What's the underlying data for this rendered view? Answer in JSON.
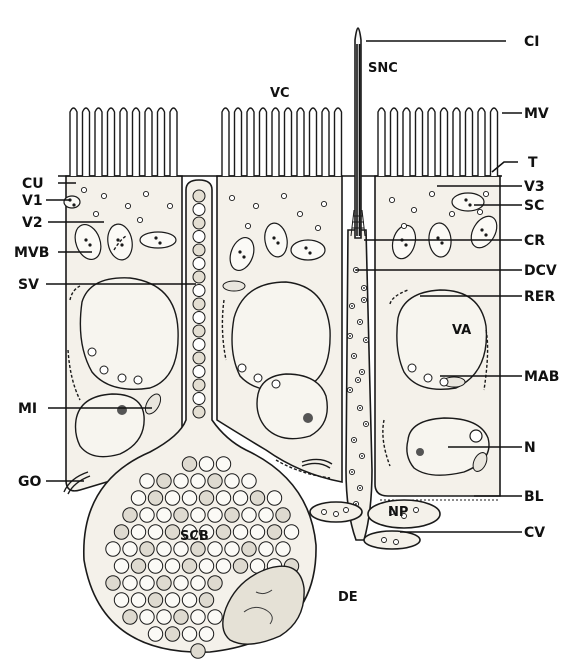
{
  "labels": {
    "CI": "CI",
    "SNC": "SNC",
    "VC": "VC",
    "MV": "MV",
    "T": "T",
    "CU": "CU",
    "V1": "V1",
    "V3": "V3",
    "SC": "SC",
    "V2": "V2",
    "MVB": "MVB",
    "CR": "CR",
    "DCV": "DCV",
    "SV": "SV",
    "RER": "RER",
    "VA": "VA",
    "MAB": "MAB",
    "MI": "MI",
    "N": "N",
    "GO": "GO",
    "BL": "BL",
    "NP": "NP",
    "CV": "CV",
    "SCB": "SCB",
    "DE": "DE"
  }
}
